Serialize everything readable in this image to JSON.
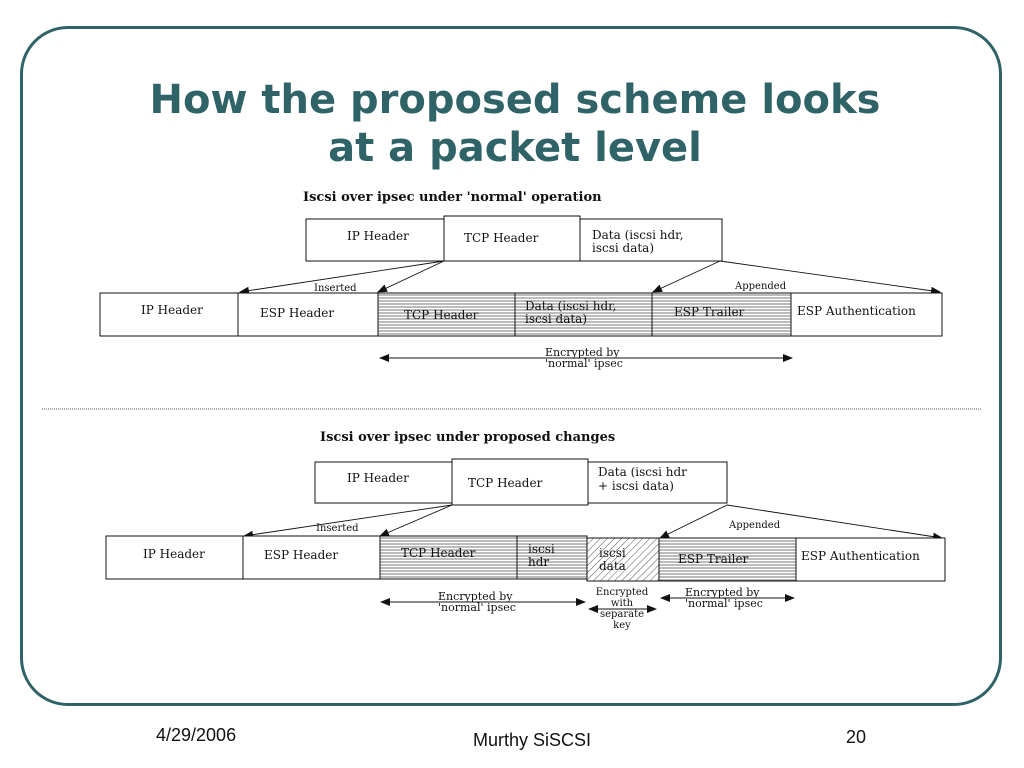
{
  "slide": {
    "title": "How the proposed scheme looks\nat a packet level"
  },
  "normal": {
    "heading": "Iscsi over ipsec under 'normal' operation",
    "top_ip": "IP Header",
    "top_tcp": "TCP Header",
    "top_data_1": "Data (iscsi hdr,",
    "top_data_2": "iscsi data)",
    "inserted": "Inserted",
    "appended": "Appended",
    "ip": "IP Header",
    "esp": "ESP Header",
    "tcp": "TCP Header",
    "data_1": "Data (iscsi hdr,",
    "data_2": "iscsi data)",
    "trailer": "ESP Trailer",
    "auth": "ESP Authentication",
    "enc_1": "Encrypted by",
    "enc_2": "'normal' ipsec"
  },
  "proposed": {
    "heading": "Iscsi over ipsec under proposed changes",
    "top_ip": "IP Header",
    "top_tcp": "TCP Header",
    "top_data_1": "Data (iscsi hdr",
    "top_data_2": "+ iscsi data)",
    "inserted": "Inserted",
    "appended": "Appended",
    "ip": "IP Header",
    "esp": "ESP Header",
    "tcp": "TCP Header",
    "hdr_1": "iscsi",
    "hdr_2": "hdr",
    "data_1": "iscsi",
    "data_2": "data",
    "trailer": "ESP Trailer",
    "auth": "ESP Authentication",
    "enc_left_1": "Encrypted by",
    "enc_left_2": "'normal' ipsec",
    "enc_mid_1": "Encrypted",
    "enc_mid_2": "with",
    "enc_mid_3": "separate",
    "enc_mid_4": "key",
    "enc_right_1": "Encrypted by",
    "enc_right_2": "'normal' ipsec"
  },
  "footer": {
    "date": "4/29/2006",
    "center": "Murthy SiSCSI",
    "page": "20"
  },
  "colors": {
    "accent": "#2f6367"
  }
}
